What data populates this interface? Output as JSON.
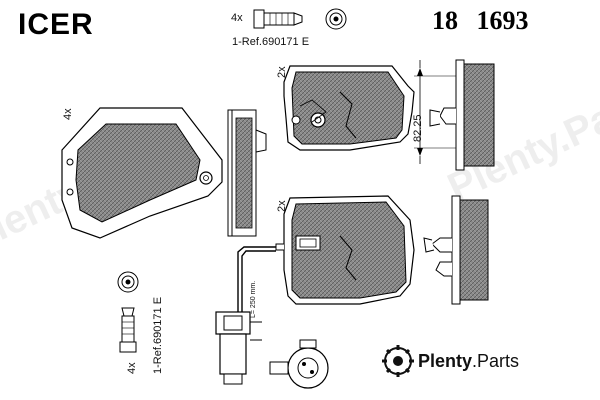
{
  "header": {
    "brand": "ICER",
    "part_number": "18 1693"
  },
  "bolt_top": {
    "quantity": "4x",
    "reference": "1-Ref.690171 E"
  },
  "bolt_left": {
    "quantity": "4x",
    "reference": "1-Ref.690171 E"
  },
  "pads": {
    "left_quantity": "4x",
    "upper_right_quantity": "2x",
    "lower_right_quantity": "2x"
  },
  "dimension_label": "82.25",
  "sensor_length": "L= 250 mm.",
  "watermark": "Plenty.Parts",
  "footer": {
    "logo_text_bold": "Plenty",
    "logo_text_rest": ".Parts"
  },
  "colors": {
    "pad_fill": "#8a8a8a",
    "outline": "#000000"
  }
}
